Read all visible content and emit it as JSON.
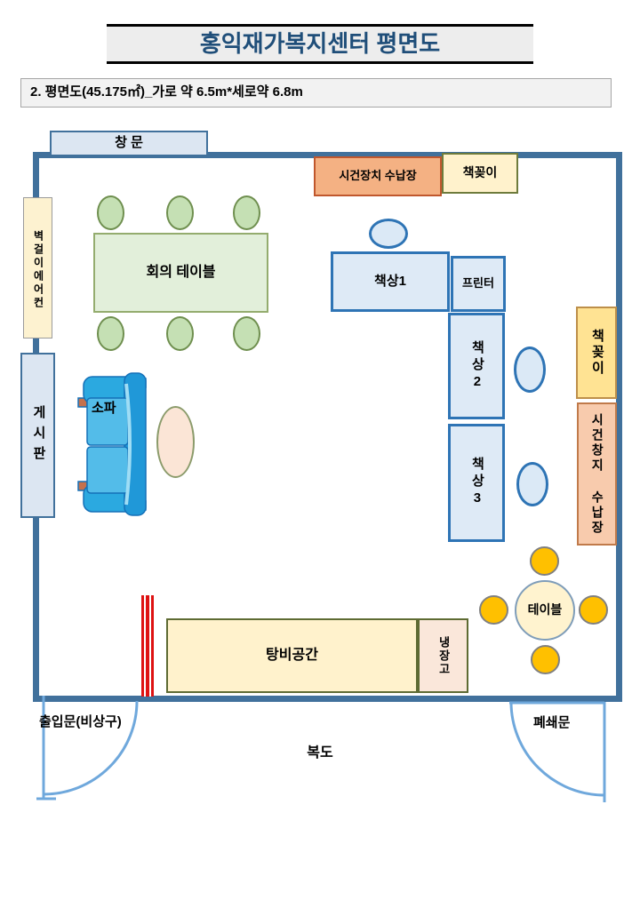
{
  "title": "홍익재가복지센터 평면도",
  "subtitle": "2. 평면도(45.175㎡)_가로 약 6.5m*세로약 6.8m",
  "plan": {
    "window": "창 문",
    "lock_storage_top": "시건장치 수납장",
    "bookshelf_top": "책꽂이",
    "ac_unit": "벽걸이에어컨",
    "bulletin_board": "게시판",
    "meeting_table": "회의 테이블",
    "desk1": "책상1",
    "printer": "프린터",
    "desk2": "책상2",
    "desk3": "책상3",
    "bookshelf_right": "책꽂이",
    "lock_storage_right": "시건창지 수납장",
    "sofa": "소파",
    "pantry": "탕비공간",
    "fridge": "냉장고",
    "round_table": "테이블",
    "entrance_door": "출입문(비상구)",
    "closed_door": "폐쇄문",
    "corridor": "복도"
  },
  "furniture_counts": {
    "meeting_chairs_green": 6,
    "desk_chairs_blue": 3,
    "table_chairs_orange": 4
  },
  "colors": {
    "wall": "#41719C",
    "title_text": "#1F4E79",
    "desk_fill": "#DEEAF6",
    "desk_border": "#2E74B5",
    "meeting_table_fill": "#E2EFDA",
    "green_chair": "#C5E0B4",
    "orange_chair": "#FFC000",
    "lock_storage_fill": "#F4B183",
    "pantry_fill": "#FFF2CC",
    "sofa_blue": "#2BA9E0",
    "emergency_stripe_red": "#DE1212",
    "door_arc_blue": "#6FA8DC"
  }
}
